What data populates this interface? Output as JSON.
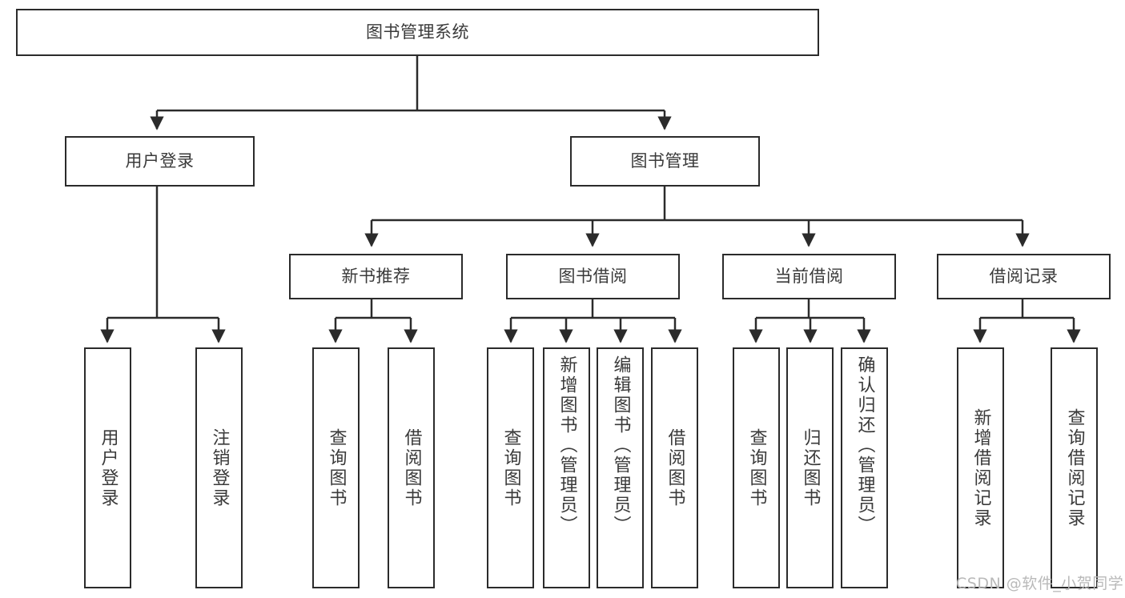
{
  "diagram": {
    "title": "图书管理系统",
    "type": "hierarchy-tree",
    "root": {
      "id": "root",
      "label": "图书管理系统",
      "orientation": "horizontal"
    },
    "level1": [
      {
        "id": "user-login",
        "label": "用户登录",
        "orientation": "horizontal"
      },
      {
        "id": "book-management",
        "label": "图书管理",
        "orientation": "horizontal"
      }
    ],
    "level2": [
      {
        "id": "new-book-recommend",
        "label": "新书推荐",
        "orientation": "horizontal",
        "parent": "book-management"
      },
      {
        "id": "book-borrow",
        "label": "图书借阅",
        "orientation": "horizontal",
        "parent": "book-management"
      },
      {
        "id": "current-borrow",
        "label": "当前借阅",
        "orientation": "horizontal",
        "parent": "book-management"
      },
      {
        "id": "borrow-record",
        "label": "借阅记录",
        "orientation": "horizontal",
        "parent": "book-management"
      }
    ],
    "leaves": [
      {
        "id": "leaf-user-login",
        "label": "用户登录",
        "orientation": "vertical",
        "parent": "user-login"
      },
      {
        "id": "leaf-logout-login",
        "label": "注销登录",
        "orientation": "vertical",
        "parent": "user-login"
      },
      {
        "id": "leaf-query-books-1",
        "label": "查询图书",
        "orientation": "vertical",
        "parent": "new-book-recommend"
      },
      {
        "id": "leaf-borrow-books-1",
        "label": "借阅图书",
        "orientation": "vertical",
        "parent": "new-book-recommend"
      },
      {
        "id": "leaf-query-books-2",
        "label": "查询图书",
        "orientation": "vertical",
        "parent": "book-borrow"
      },
      {
        "id": "leaf-add-book",
        "label": "新增图书（管理员）",
        "orientation": "vertical",
        "parent": "book-borrow"
      },
      {
        "id": "leaf-edit-book",
        "label": "编辑图书（管理员）",
        "orientation": "vertical",
        "parent": "book-borrow"
      },
      {
        "id": "leaf-borrow-books-2",
        "label": "借阅图书",
        "orientation": "vertical",
        "parent": "book-borrow"
      },
      {
        "id": "leaf-query-books-3",
        "label": "查询图书",
        "orientation": "vertical",
        "parent": "current-borrow"
      },
      {
        "id": "leaf-return-book",
        "label": "归还图书",
        "orientation": "vertical",
        "parent": "current-borrow"
      },
      {
        "id": "leaf-confirm-return",
        "label": "确认归还（管理员）",
        "orientation": "vertical",
        "parent": "current-borrow"
      },
      {
        "id": "leaf-add-record",
        "label": "新增借阅记录",
        "orientation": "vertical",
        "parent": "borrow-record"
      },
      {
        "id": "leaf-query-record",
        "label": "查询借阅记录",
        "orientation": "vertical",
        "parent": "borrow-record"
      }
    ]
  },
  "watermark": {
    "text": "CSDN @软件_小贺同学"
  },
  "colors": {
    "border": "#2b2b2b",
    "text": "#3a3a3a",
    "background": "#ffffff",
    "watermark": "#b9b9b9"
  }
}
